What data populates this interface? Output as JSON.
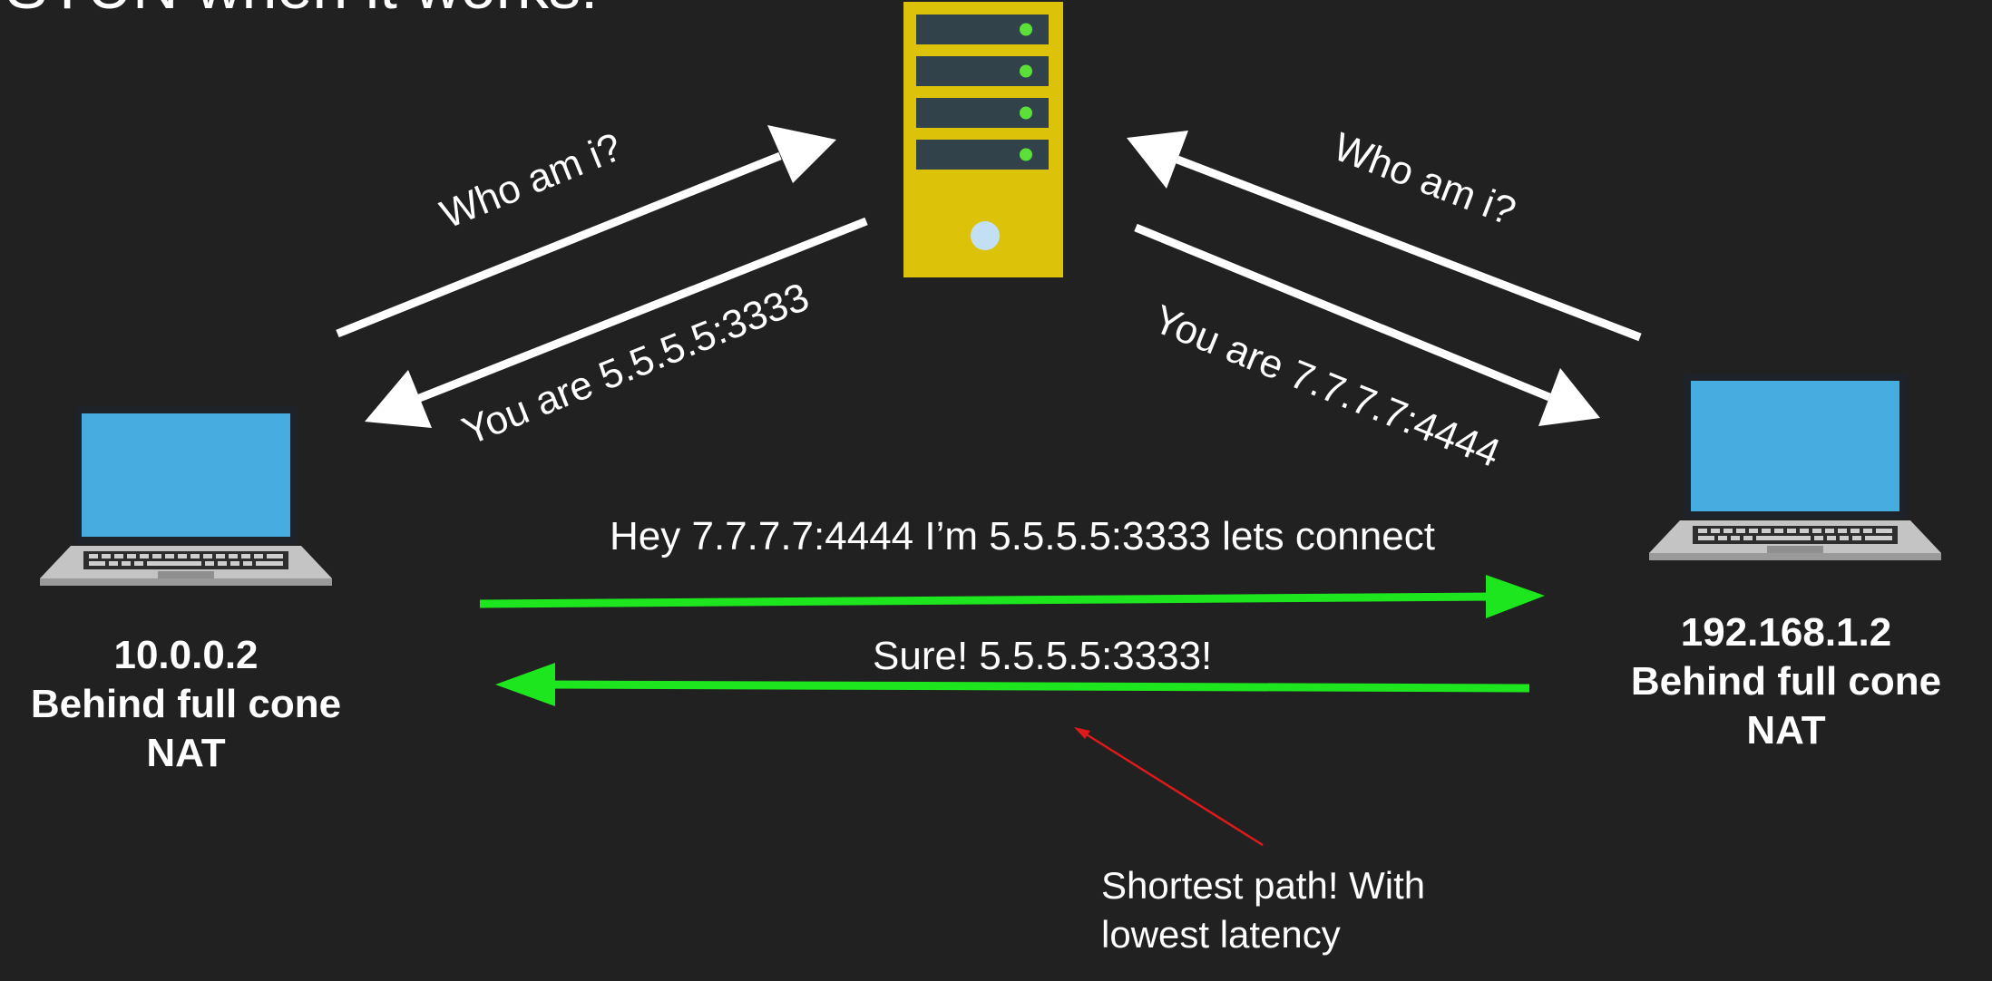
{
  "title": "STUN when it works!",
  "server": {
    "icon": "server-icon"
  },
  "left_client": {
    "icon": "laptop-icon",
    "ip": "10.0.0.2",
    "line2": "Behind full cone",
    "line3": "NAT"
  },
  "right_client": {
    "icon": "laptop-icon",
    "ip": "192.168.1.2",
    "line2": "Behind full cone",
    "line3": "NAT"
  },
  "stun_messages": {
    "left_request": "Who am i?",
    "left_response": "You are 5.5.5.5:3333",
    "right_request": "Who am i?",
    "right_response": "You are 7.7.7.7:4444"
  },
  "p2p_messages": {
    "to_right": "Hey 7.7.7.7:4444 I’m 5.5.5.5:3333 lets connect",
    "to_left": "Sure! 5.5.5.5:3333!"
  },
  "annotation": {
    "line1": "Shortest path! With",
    "line2": "lowest latency"
  },
  "colors": {
    "background": "#212121",
    "stun_arrows": "#ffffff",
    "p2p_arrows": "#1ee61e",
    "annotation_arrow": "#e0191a",
    "server_body": "#dcc30a",
    "server_led": "#5ddf3a",
    "laptop_screen": "#47ade0"
  }
}
